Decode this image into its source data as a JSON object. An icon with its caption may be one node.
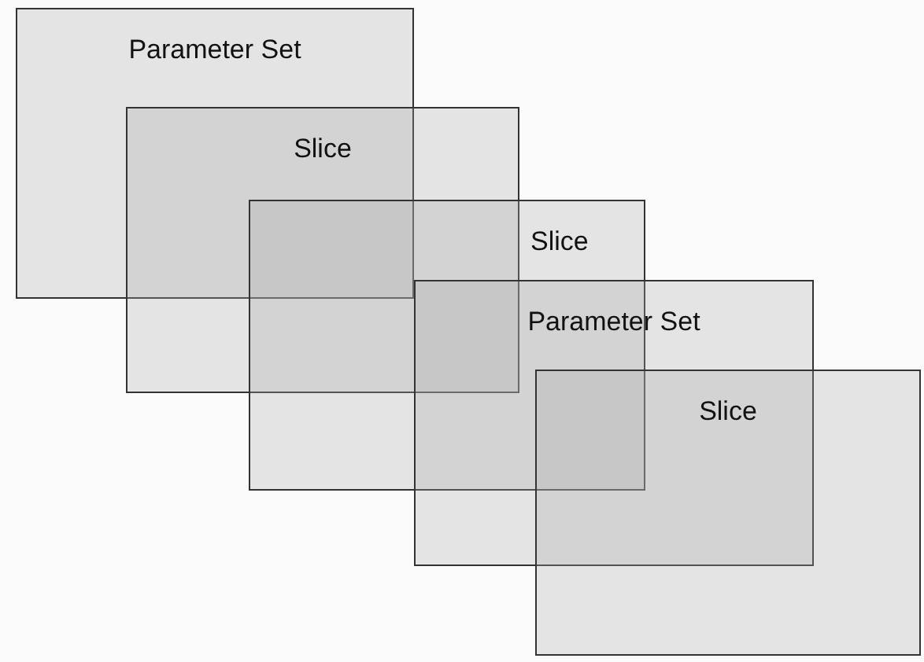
{
  "diagram": {
    "nodes": [
      {
        "text": [
          "Parameter Set"
        ]
      },
      {
        "text": [
          "Slice"
        ]
      },
      {
        "text": [
          "Slice"
        ]
      },
      {
        "text": [
          "Parameter Set"
        ]
      },
      {
        "text": [
          "Slice"
        ]
      }
    ]
  }
}
